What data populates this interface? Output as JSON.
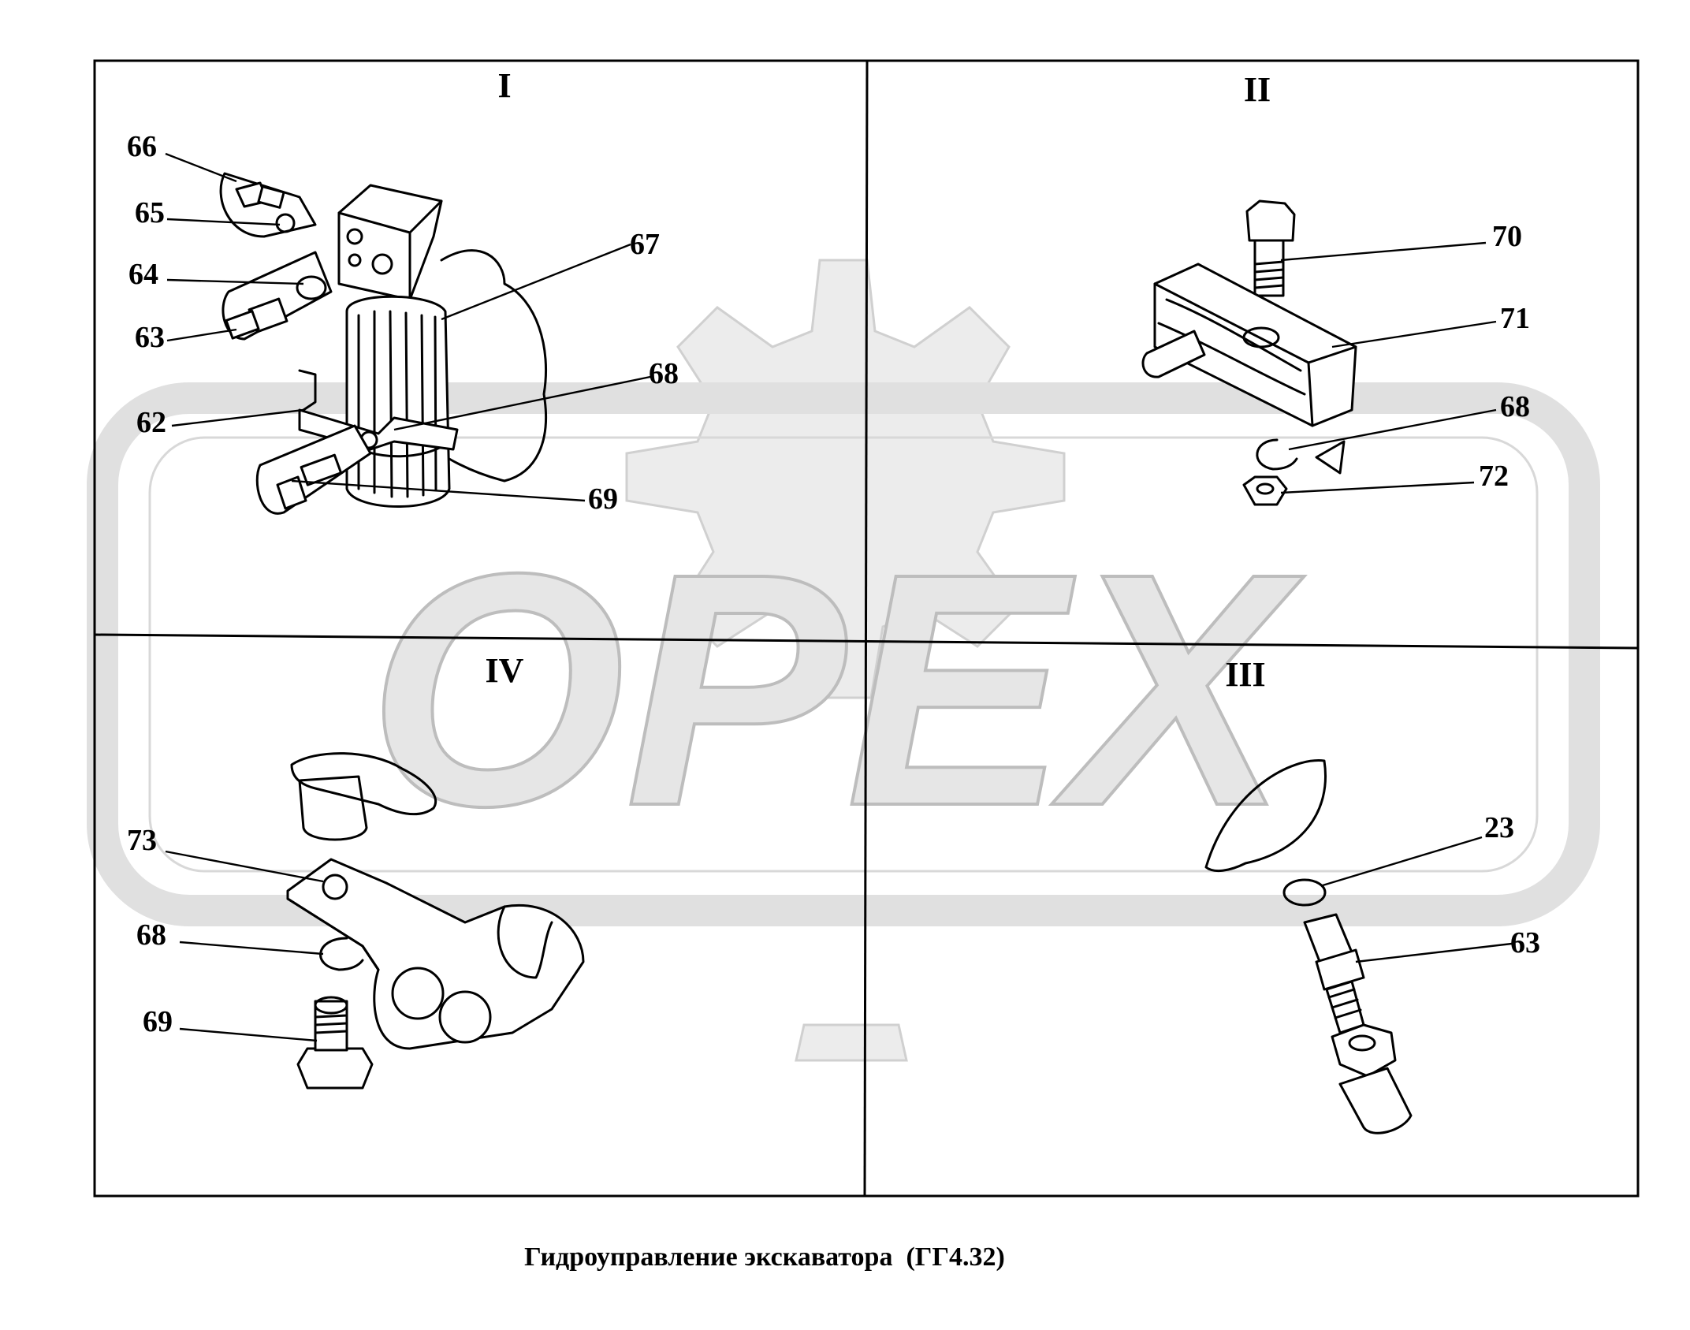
{
  "caption": "Гидроуправление экскаватора  (ГГ4.32)",
  "watermark": {
    "text": "OPEX",
    "color": "#e6e6e6"
  },
  "quadrants": [
    {
      "id": "I",
      "label": "I"
    },
    {
      "id": "II",
      "label": "II"
    },
    {
      "id": "III",
      "label": "III"
    },
    {
      "id": "IV",
      "label": "IV"
    }
  ],
  "callouts": {
    "q1": [
      "66",
      "65",
      "64",
      "63",
      "67",
      "68",
      "62",
      "69"
    ],
    "q2": [
      "70",
      "71",
      "68",
      "72"
    ],
    "q4": [
      "73",
      "68",
      "69"
    ],
    "q3": [
      "23",
      "63"
    ]
  }
}
